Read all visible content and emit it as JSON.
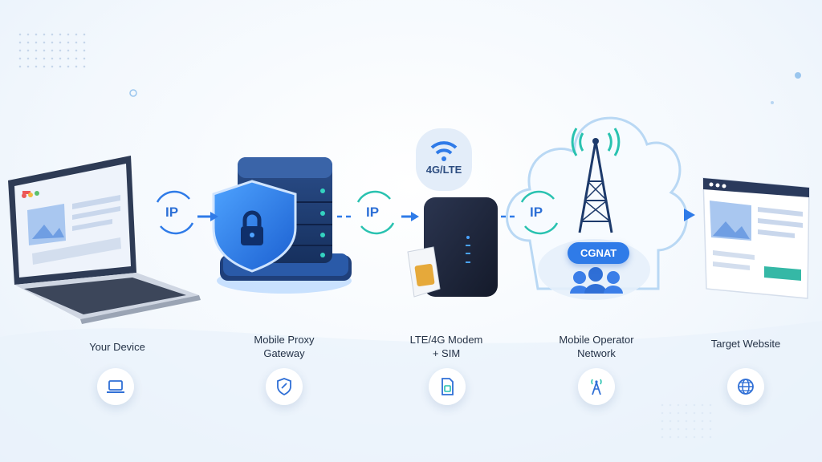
{
  "stages": [
    {
      "label": "Your Device",
      "icon": "laptop-icon"
    },
    {
      "label": "Mobile Proxy\nGateway",
      "icon": "shield-icon"
    },
    {
      "label": "LTE/4G Modem\n+ SIM",
      "icon": "sim-card-icon"
    },
    {
      "label": "Mobile Operator\nNetwork",
      "icon": "cell-tower-icon"
    },
    {
      "label": "Target Website",
      "icon": "globe-icon"
    }
  ],
  "ip_badges": [
    "IP",
    "IP",
    "IP"
  ],
  "lte_tag": "4G/LTE",
  "cgnat_label": "CGNAT",
  "colors": {
    "accent": "#2f7be8",
    "teal": "#29c2b0",
    "dark": "#1d3a6b",
    "text": "#243247"
  }
}
